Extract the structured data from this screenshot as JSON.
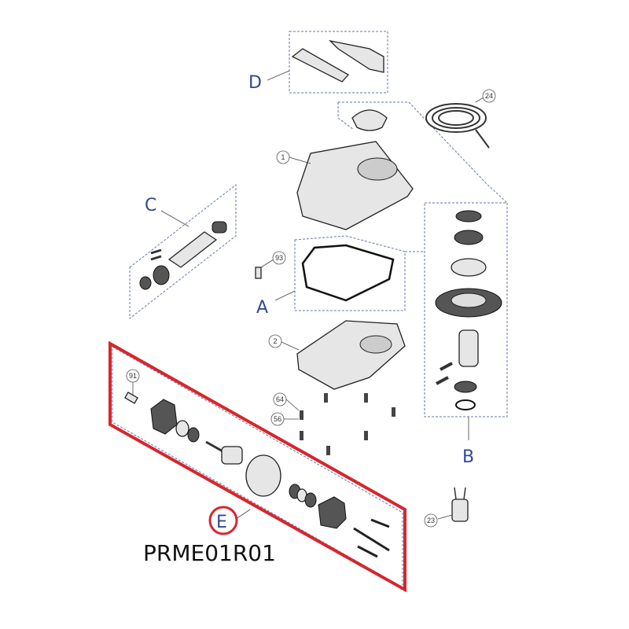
{
  "diagram": {
    "group_labels": {
      "a": "A",
      "b": "B",
      "c": "C",
      "d": "D",
      "e": "E"
    },
    "part_numbers": {
      "p24": "24",
      "p1": "1",
      "p93": "93",
      "p2": "2",
      "p91": "91",
      "p64": "64",
      "p56": "56",
      "p23": "23"
    },
    "kit_code": "PRME01R01",
    "colors": {
      "highlight": "#d7262e",
      "group_label": "#34498f"
    }
  }
}
